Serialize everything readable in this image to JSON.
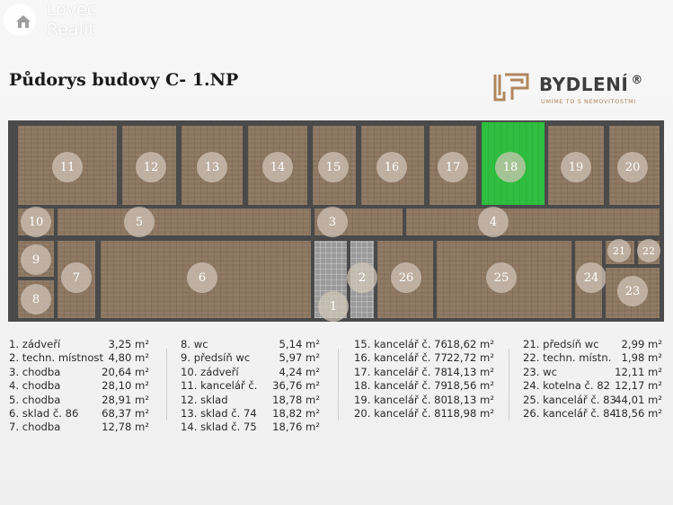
{
  "watermark": {
    "line1": "Lovec",
    "line2": "Realit",
    "icon": "house-icon"
  },
  "title": "Půdorys budovy C- 1.NP",
  "logo": {
    "name": "BYDLENÍ",
    "registered": "®",
    "tagline": "UMÍME TO S NEMOVITOSTMI",
    "icon": "bydleni-mark-icon",
    "color": "#b0875d"
  },
  "colors": {
    "floor": "#8b7560",
    "highlight": "#2fbe3f",
    "wall": "#ffffff"
  },
  "rooms": [
    {
      "id": "11",
      "highlighted": false
    },
    {
      "id": "12",
      "highlighted": false
    },
    {
      "id": "13",
      "highlighted": false
    },
    {
      "id": "14",
      "highlighted": false
    },
    {
      "id": "15",
      "highlighted": false
    },
    {
      "id": "16",
      "highlighted": false
    },
    {
      "id": "17",
      "highlighted": false
    },
    {
      "id": "18",
      "highlighted": true
    },
    {
      "id": "19",
      "highlighted": false
    },
    {
      "id": "20",
      "highlighted": false
    },
    {
      "id": "10",
      "highlighted": false
    },
    {
      "id": "5",
      "highlighted": false
    },
    {
      "id": "3",
      "highlighted": false
    },
    {
      "id": "4",
      "highlighted": false
    },
    {
      "id": "9",
      "highlighted": false
    },
    {
      "id": "8",
      "highlighted": false
    },
    {
      "id": "7",
      "highlighted": false
    },
    {
      "id": "6",
      "highlighted": false
    },
    {
      "id": "2",
      "highlighted": false
    },
    {
      "id": "1",
      "highlighted": false
    },
    {
      "id": "26",
      "highlighted": false
    },
    {
      "id": "25",
      "highlighted": false
    },
    {
      "id": "24",
      "highlighted": false
    },
    {
      "id": "21",
      "highlighted": false
    },
    {
      "id": "22",
      "highlighted": false
    },
    {
      "id": "23",
      "highlighted": false
    }
  ],
  "legend": [
    [
      {
        "name": "1. zádveří",
        "area": "3,25 m²"
      },
      {
        "name": "2. techn. místnost",
        "area": "4,80 m²"
      },
      {
        "name": "3. chodba",
        "area": "20,64 m²"
      },
      {
        "name": "4. chodba",
        "area": "28,10 m²"
      },
      {
        "name": "5. chodba",
        "area": "28,91 m²"
      },
      {
        "name": "6. sklad č. 86",
        "area": "68,37 m²"
      },
      {
        "name": "7. chodba",
        "area": "12,78 m²"
      }
    ],
    [
      {
        "name": "8. wc",
        "area": "5,14 m²"
      },
      {
        "name": "9. předsíň wc",
        "area": "5,97 m²"
      },
      {
        "name": "10. zádveří",
        "area": "4,24 m²"
      },
      {
        "name": "11. kancelář č.",
        "area": "36,76 m²"
      },
      {
        "name": "12. sklad",
        "area": "18,78 m²"
      },
      {
        "name": "13. sklad č. 74",
        "area": "18,82 m²"
      },
      {
        "name": "14. sklad č. 75",
        "area": "18,76 m²"
      }
    ],
    [
      {
        "name": "15. kancelář č. 76",
        "area": "18,62 m²"
      },
      {
        "name": "16. kancelář č. 77",
        "area": "22,72 m²"
      },
      {
        "name": "17. kancelář č. 78",
        "area": "14,13 m²"
      },
      {
        "name": "18. kancelář č. 79",
        "area": "18,56 m²"
      },
      {
        "name": "19. kancelář č. 80",
        "area": "18,13 m²"
      },
      {
        "name": "20. kancelář č. 81",
        "area": "18,98 m²"
      }
    ],
    [
      {
        "name": "21. předsíň wc",
        "area": "2,99 m²"
      },
      {
        "name": "22. techn. místn.",
        "area": "1,98 m²"
      },
      {
        "name": "23. wc",
        "area": "12,11 m²"
      },
      {
        "name": "24. kotelna č. 82",
        "area": "12,17 m²"
      },
      {
        "name": "25. kancelář č. 83",
        "area": "44,01 m²"
      },
      {
        "name": "26. kancelář č. 84",
        "area": "18,56 m²"
      }
    ]
  ]
}
